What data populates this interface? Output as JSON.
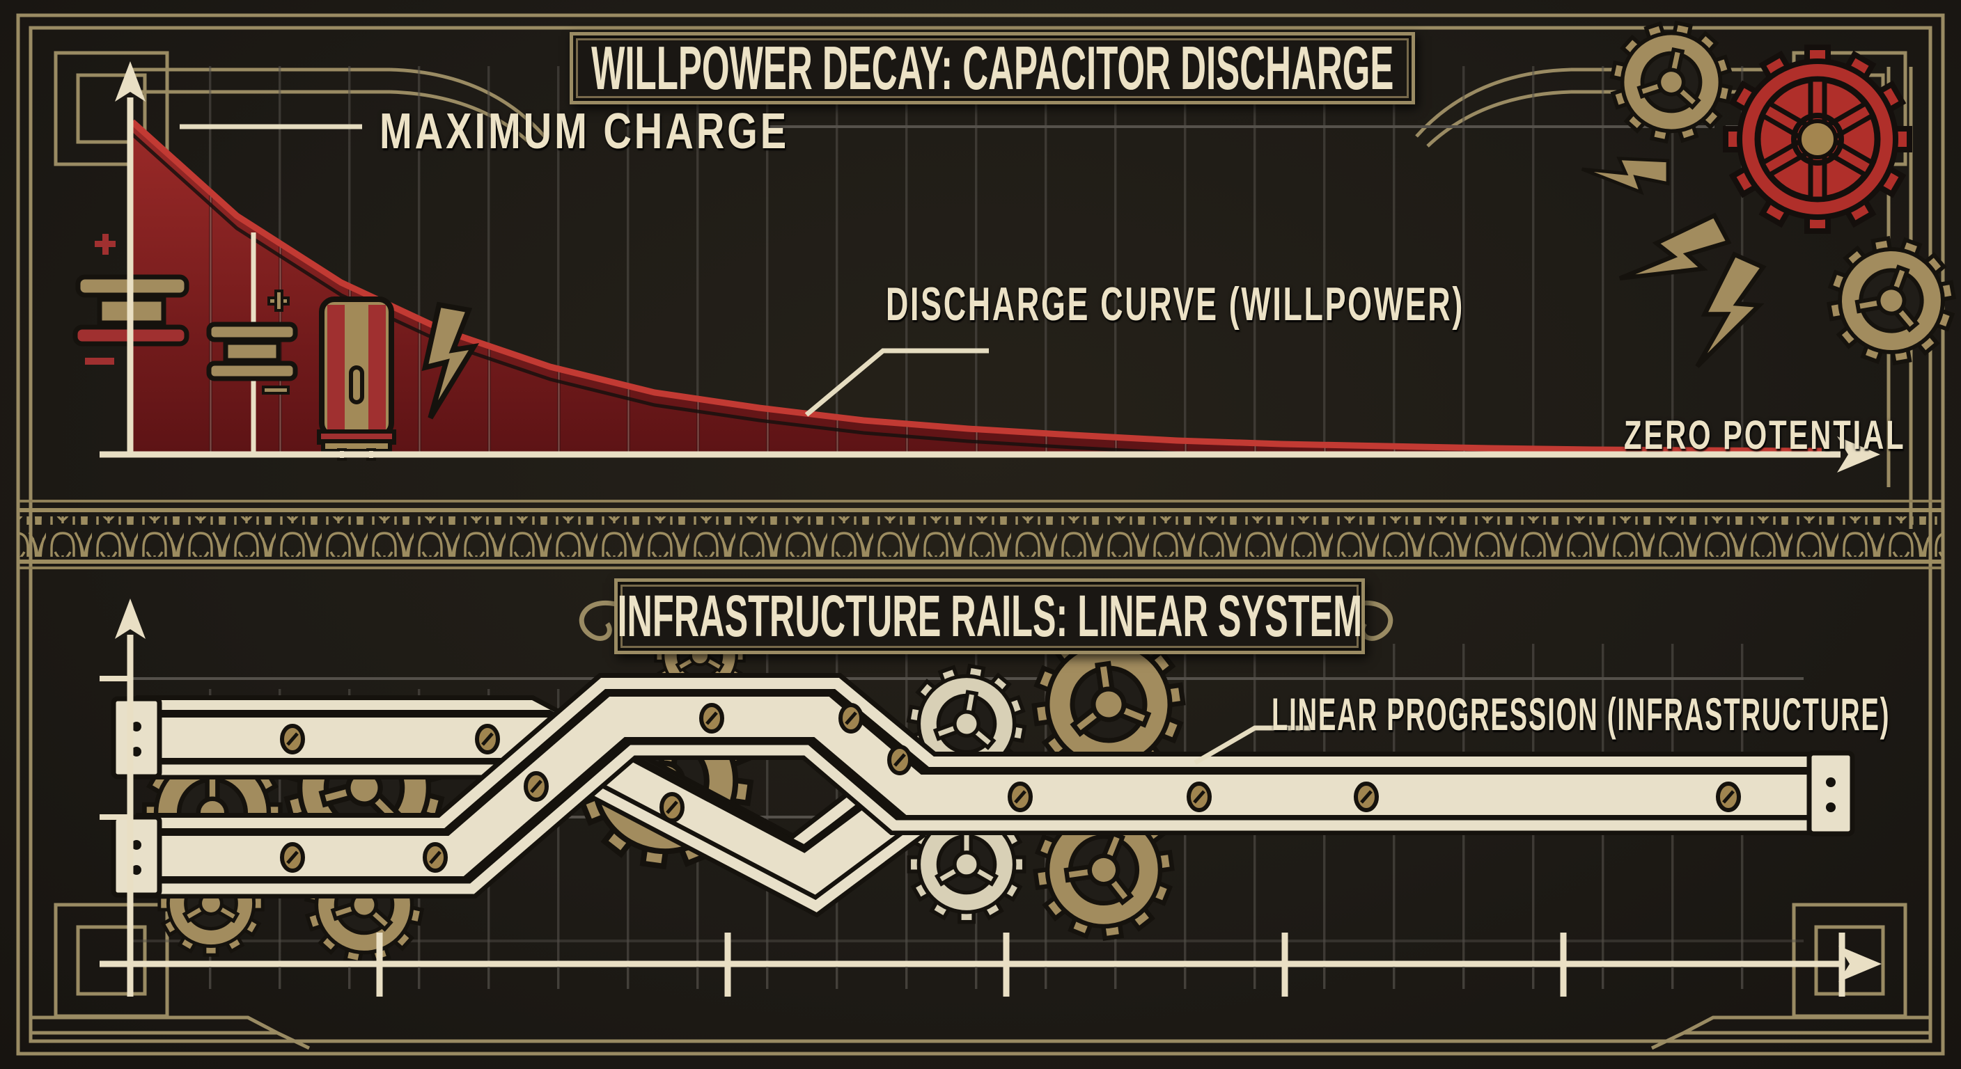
{
  "top_panel": {
    "title": "WILLPOWER DECAY: CAPACITOR DISCHARGE",
    "max_charge_label": "MAXIMUM CHARGE",
    "curve_label": "DISCHARGE CURVE (WILLPOWER)",
    "zero_potential_label": "ZERO POTENTIAL"
  },
  "bottom_panel": {
    "title": "INFRASTRUCTURE RAILS: LINEAR SYSTEM",
    "progression_label": "LINEAR PROGRESSION (INFRASTRUCTURE)"
  },
  "icons": {
    "battery_cell": "battery-cell-icon",
    "capacitor": "capacitor-icon",
    "electrolytic_capacitor": "electrolytic-capacitor-icon",
    "lightning_bolt": "lightning-bolt-icon",
    "gear": "gear-icon",
    "up_arrow": "axis-up-arrow",
    "right_arrow": "axis-right-arrow"
  },
  "colors": {
    "background": "#1e1b16",
    "cream_text": "#ece2c6",
    "cream_axis": "#e9dfc4",
    "gold_border": "#9a8b63",
    "gear_gold": "#a28c5e",
    "gear_cream": "#d8d0b6",
    "red_fill_top": "#9b2a28",
    "red_fill_bottom": "#5d1315",
    "red_curve_edge": "#c23a33",
    "red_gear": "#b02f2a",
    "gridline_gray": "#54504a"
  },
  "chart_data": [
    {
      "type": "area",
      "title": "WILLPOWER DECAY: CAPACITOR DISCHARGE",
      "xlabel": "",
      "ylabel": "",
      "x_norm": [
        0,
        0.1,
        0.2,
        0.3,
        0.4,
        0.5,
        0.6,
        0.7,
        0.8,
        0.9,
        1.0
      ],
      "willpower_percent": [
        100,
        58,
        34,
        20,
        12,
        7,
        4,
        2.5,
        1.5,
        0.9,
        0.5
      ],
      "curve_shape": "exponential decay from maximum charge toward zero potential",
      "annotations": [
        "MAXIMUM CHARGE",
        "DISCHARGE CURVE (WILLPOWER)",
        "ZERO POTENTIAL"
      ],
      "axis_tick_labels": "none (stylized blueprint, unlabeled axes)",
      "grid": true,
      "legend_position": "none"
    },
    {
      "type": "line",
      "title": "INFRASTRUCTURE RAILS: LINEAR SYSTEM",
      "xlabel": "",
      "ylabel": "",
      "series": [
        {
          "name": "rail-lower-to-upper",
          "points_norm": [
            [
              0.003,
              0.298
            ],
            [
              0.186,
              0.298
            ],
            [
              0.278,
              0.683
            ],
            [
              0.395,
              0.683
            ],
            [
              0.447,
              0.467
            ],
            [
              0.96,
              0.467
            ]
          ]
        },
        {
          "name": "rail-upper-to-lower",
          "points_norm": [
            [
              0.003,
              0.625
            ],
            [
              0.236,
              0.625
            ],
            [
              0.386,
              0.24
            ],
            [
              0.446,
              0.457
            ]
          ]
        }
      ],
      "curve_shape": "constant/linear mechanical rails joined by diagonal linkages",
      "annotations": [
        "LINEAR PROGRESSION (INFRASTRUCTURE)"
      ],
      "axis_tick_labels": "none (stylized blueprint, unlabeled axes)",
      "grid": true,
      "legend_position": "none"
    }
  ]
}
